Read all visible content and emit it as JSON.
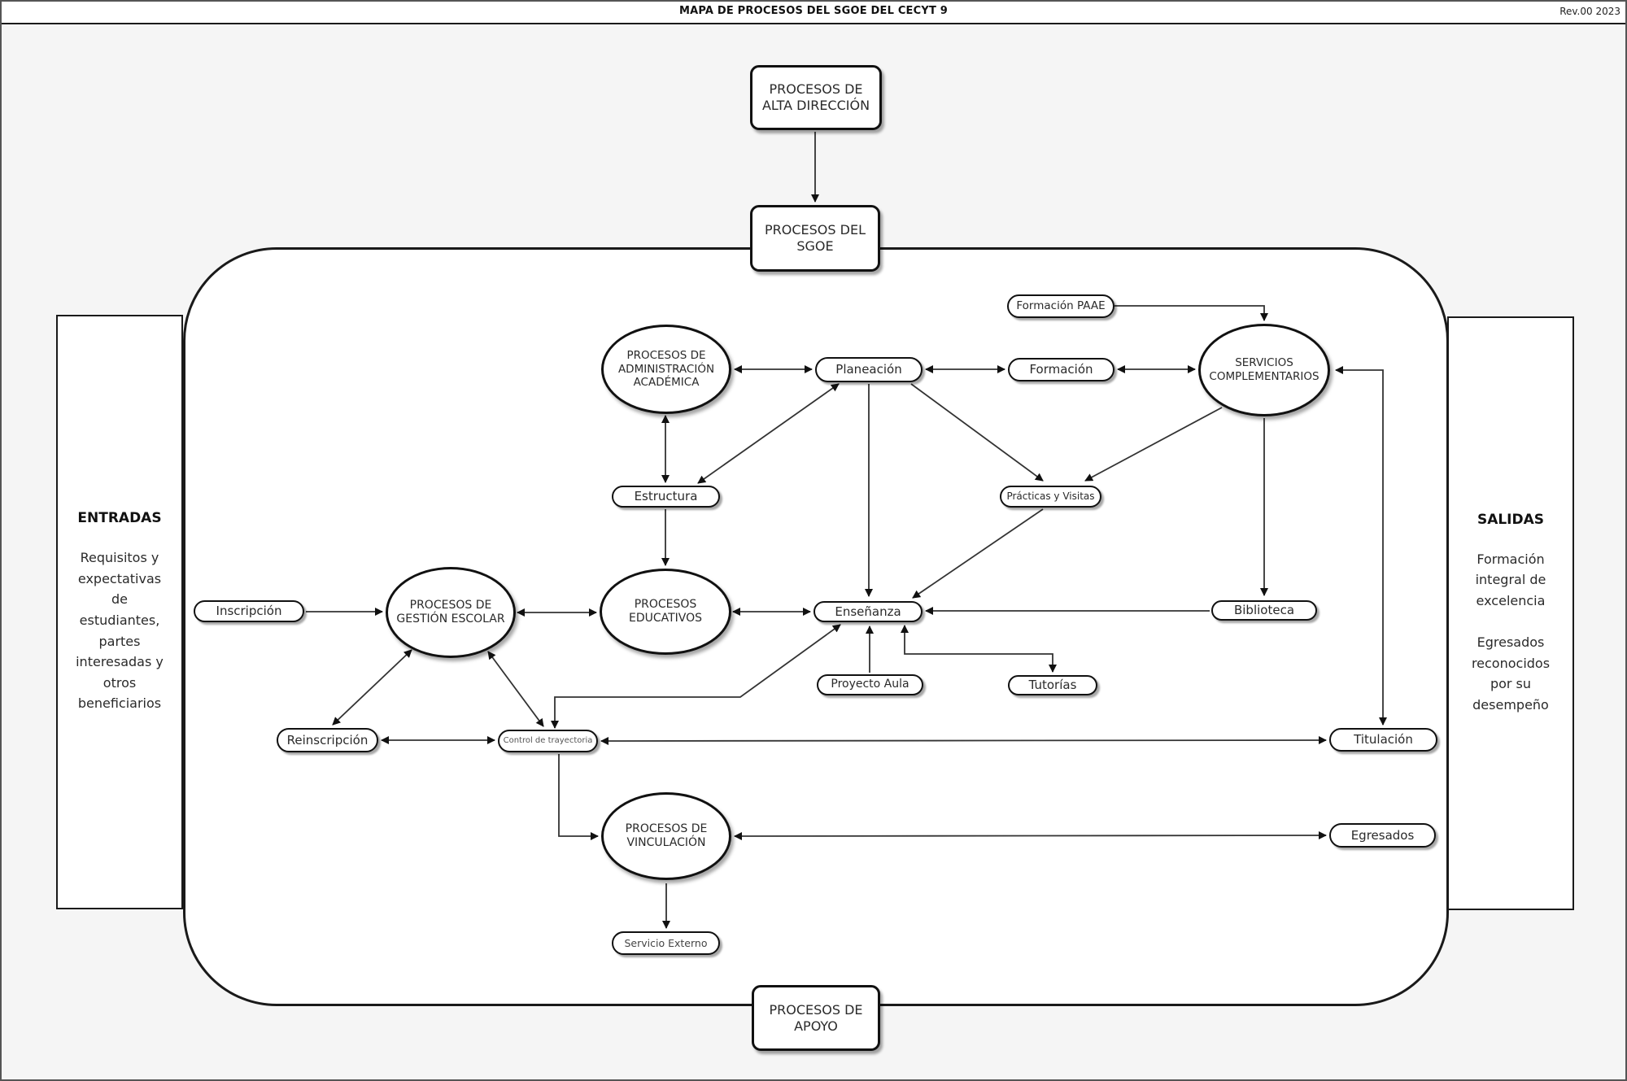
{
  "title_bar": {
    "title": "MAPA DE PROCESOS DEL SGOE DEL CECYT 9",
    "revision": "Rev.00 2023"
  },
  "top_flow": {
    "alta_direccion": "PROCESOS DE\nALTA DIRECCIÓN",
    "sgoe": "PROCESOS DEL\nSGOE",
    "apoyo": "PROCESOS DE\nAPOYO"
  },
  "entradas": {
    "heading": "ENTRADAS",
    "body": "Requisitos y\nexpectativas\nde\nestudiantes,\npartes\ninteresadas y\notros\nbeneficiarios"
  },
  "salidas": {
    "heading": "SALIDAS",
    "body": "Formación\nintegral de\nexcelencia\n\nEgresados\nreconocidos\npor su\ndesempeño"
  },
  "processes": {
    "administracion_academica": "PROCESOS DE\nADMINISTRACIÓN\nACADÉMICA",
    "servicios_complementarios": "SERVICIOS\nCOMPLEMENTARIOS",
    "gestion_escolar": "PROCESOS DE\nGESTIÓN ESCOLAR",
    "educativos": "PROCESOS\nEDUCATIVOS",
    "vinculacion": "PROCESOS DE\nVINCULACIÓN"
  },
  "subprocesses": {
    "formacion_paae": "Formación PAAE",
    "planeacion": "Planeación",
    "formacion": "Formación",
    "estructura": "Estructura",
    "practicas_y_visitas": "Prácticas y Visitas",
    "inscripcion": "Inscripción",
    "ensenanza": "Enseñanza",
    "biblioteca": "Biblioteca",
    "proyecto_aula": "Proyecto Aula",
    "tutorias": "Tutorías",
    "reinscripcion": "Reinscripción",
    "control_trayectoria": "Control de trayectoria",
    "titulacion": "Titulación",
    "egresados": "Egresados",
    "servicio_externo": "Servicio Externo"
  },
  "colors": {
    "line": "#333333",
    "node_border": "#111111",
    "canvas_bg": "#f5f5f5",
    "container_bg": "#ffffff"
  }
}
